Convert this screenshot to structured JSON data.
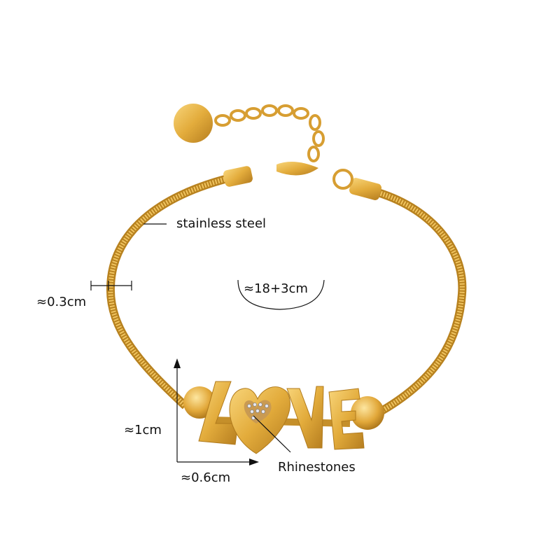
{
  "annotations": {
    "material": "stainless steel",
    "chain_width": "≈0.3cm",
    "length": "≈18+3cm",
    "charm_height": "≈1cm",
    "charm_width": "≈0.6cm",
    "stones": "Rhinestones"
  },
  "charm_letters": [
    "L",
    "V",
    "E"
  ],
  "colors": {
    "gold": "#e0a93a",
    "gold_light": "#f6cf6e",
    "gold_dark": "#b07a1c",
    "text": "#111111"
  }
}
